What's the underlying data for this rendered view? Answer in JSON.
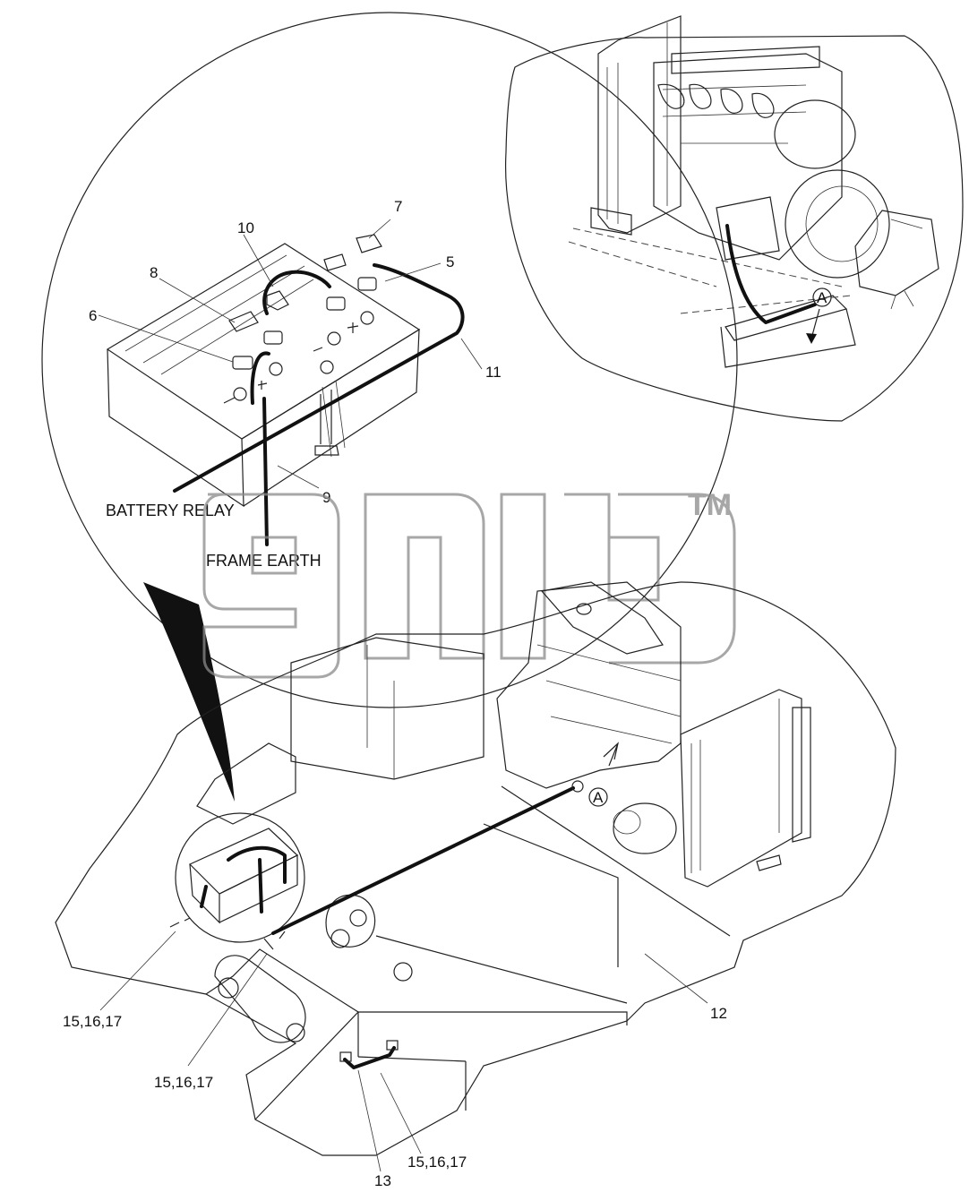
{
  "callouts": {
    "c5": "5",
    "c6": "6",
    "c7": "7",
    "c8": "8",
    "c9": "9",
    "c10": "10",
    "c11": "11",
    "c12": "12",
    "c13": "13",
    "c15a": "15,16,17",
    "c15b": "15,16,17",
    "c15c": "15,16,17"
  },
  "labels": {
    "battery_relay": "BATTERY RELAY",
    "frame_earth": "FRAME EARTH",
    "view_a_top": "A",
    "view_a_bottom": "A"
  },
  "watermark": {
    "text": "gmp",
    "tm": "TM"
  }
}
